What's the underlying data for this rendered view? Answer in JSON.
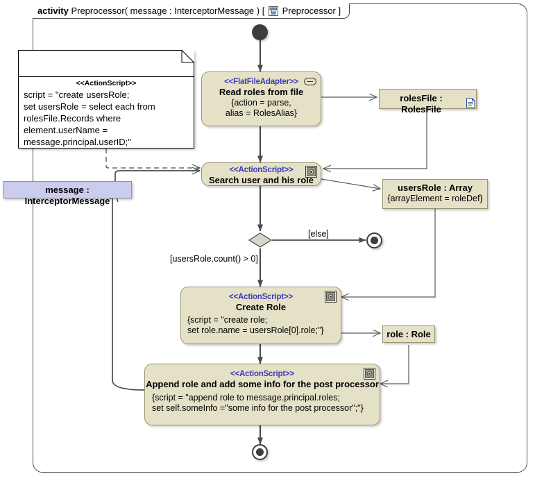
{
  "diagram": {
    "type": "uml-activity-diagram",
    "frame": {
      "keyword": "activity",
      "signature": "Preprocessor( message : InterceptorMessage ) [",
      "icon": "activity-diagram-icon",
      "context": "Preprocessor",
      "close_bracket": "]"
    }
  },
  "note": {
    "stereotype": "<<ActionScript>>",
    "body": "script = \"create usersRole;\nset usersRole = select each from\nrolesFile.Records where\nelement.userName =\nmessage.principal.userID;\""
  },
  "nodes": {
    "initial": {
      "name": "initial-node"
    },
    "read_roles": {
      "stereotype": "<<FlatFileAdapter>>",
      "name": "Read roles from file",
      "props_line1": "{action = parse,",
      "props_line2": "alias = RolesAlias}",
      "icon": "pin-oval-icon"
    },
    "search_user": {
      "stereotype": "<<ActionScript>>",
      "name": "Search user and his role",
      "icon": "gear-icon"
    },
    "decision": {
      "name": "decision-diamond"
    },
    "create_role": {
      "stereotype": "<<ActionScript>>",
      "name": "Create Role",
      "props_line1": "{script = \"create role;",
      "props_line2": "set role.name = usersRole[0].role;\"}",
      "icon": "gear-icon"
    },
    "append_role": {
      "stereotype": "<<ActionScript>>",
      "name": "Append role and add some info for the post processor",
      "props_line1": "{script = \"append role to message.principal.roles;",
      "props_line2": "set self.someInfo =\"some info for the post processor\";\"}",
      "icon": "gear-icon"
    },
    "final_else": {
      "name": "activity-final-node-else"
    },
    "final_end": {
      "name": "activity-final-node-end"
    }
  },
  "objects": {
    "roles_file": {
      "label": "rolesFile : RolesFile",
      "icon": "document-icon"
    },
    "message": {
      "label": "message : InterceptorMessage"
    },
    "users_role": {
      "label": "usersRole : Array",
      "props": "{arrayElement = roleDef}"
    },
    "role": {
      "label": "role : Role"
    }
  },
  "guards": {
    "else": "[else]",
    "count_gt_zero": "[usersRole.count() > 0]"
  },
  "colors": {
    "node_fill": "#e4e1c6",
    "node_stroke": "#9a9470",
    "stereotype_text": "#3b3bbd",
    "object_lilac_fill": "#ccccee",
    "edge": "#4a4a4a",
    "decision_fill": "#d6d6cc",
    "control_node": "#3d3d3d",
    "frame_stroke": "#4a4a4a"
  }
}
